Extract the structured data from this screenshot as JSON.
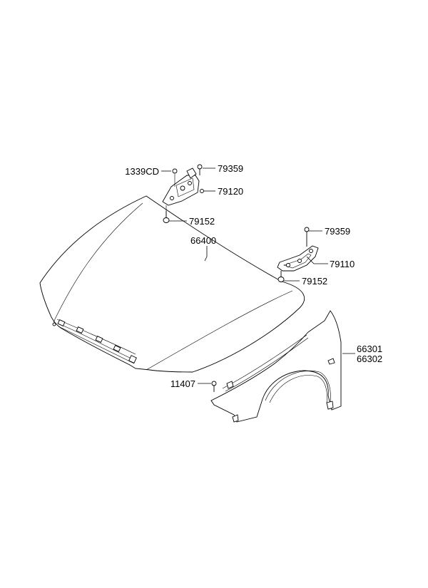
{
  "parts": [
    {
      "number": "1339CD"
    },
    {
      "number": "79359"
    },
    {
      "number": "79120"
    },
    {
      "number": "79152"
    },
    {
      "number": "66400"
    },
    {
      "number": "79359"
    },
    {
      "number": "79110"
    },
    {
      "number": "79152"
    },
    {
      "number": "66301"
    },
    {
      "number": "66302"
    },
    {
      "number": "11407"
    }
  ]
}
